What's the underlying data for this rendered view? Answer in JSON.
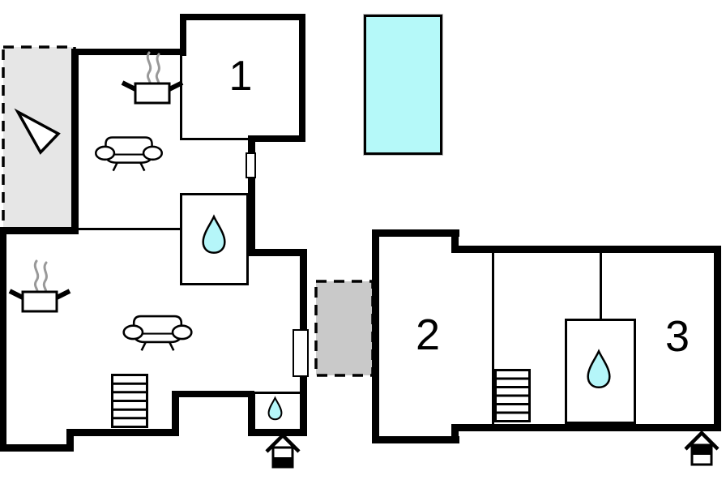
{
  "plan": {
    "type": "floor-plan",
    "rooms": [
      {
        "label": "1"
      },
      {
        "label": "2"
      },
      {
        "label": "3"
      }
    ],
    "colors": {
      "wall": "#000000",
      "terrace_left": "#e6e6e6",
      "terrace_middle": "#c9c9c9",
      "pool": "#b5f9f9",
      "water": "#b5f6f9",
      "steam": "#999999"
    },
    "icons": {
      "stove": "pot-with-steam",
      "sofa": "sofa-front-view",
      "water_drop": "bathroom-water-drop",
      "stairs": "staircase",
      "entrance": "house-entrance-marker",
      "north_arrow": "direction-triangle",
      "pool": "swimming-pool",
      "terrace": "dashed-gray-terrace"
    }
  }
}
